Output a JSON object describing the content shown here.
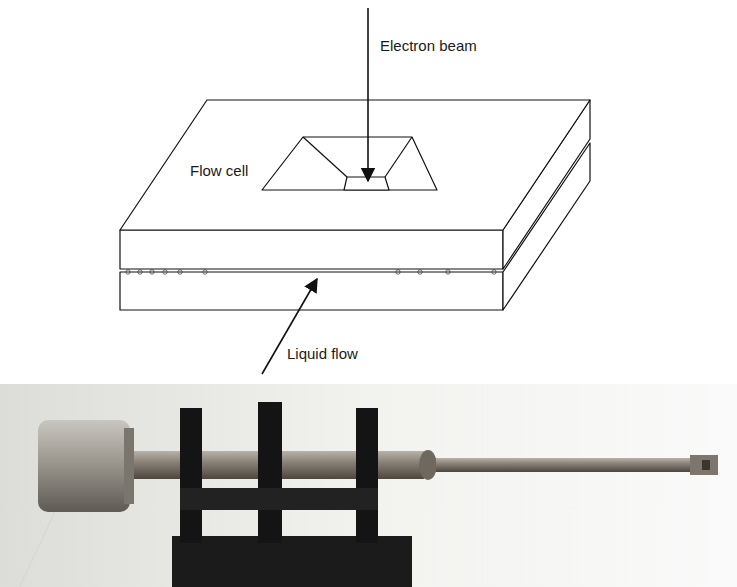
{
  "diagram": {
    "labels": [
      "Electron beam",
      "Flow cell",
      "Liquid flow"
    ]
  }
}
